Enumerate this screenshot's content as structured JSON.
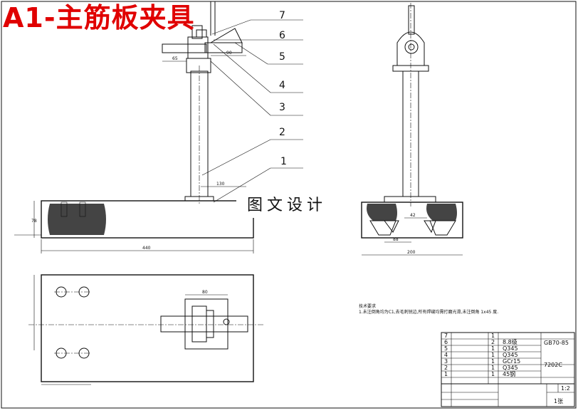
{
  "banner": {
    "title": "A1-主筋板夹具"
  },
  "watermark": {
    "text": "图文设计"
  },
  "callouts": [
    "7",
    "6",
    "5",
    "4",
    "3",
    "2",
    "1"
  ],
  "dimensions": {
    "front": {
      "d90": "90",
      "d65": "65",
      "d130": "130",
      "d440": "440",
      "d78": "78"
    },
    "side": {
      "d200": "200",
      "d88": "88",
      "d42": "42"
    },
    "plan": {
      "d80": "80"
    }
  },
  "notes": {
    "heading": "技术要求",
    "line1": "1.未注倒角均为C1,去毛刺锐边,所有焊缝均需打磨光滑,未注倒角 1x45 度."
  },
  "title_block": {
    "rows": [
      {
        "no": "7",
        "qty": "1",
        "material": ""
      },
      {
        "no": "6",
        "qty": "2",
        "material": "8.8级"
      },
      {
        "no": "5",
        "qty": "1",
        "material": "Q345"
      },
      {
        "no": "4",
        "qty": "1",
        "material": "Q345"
      },
      {
        "no": "3",
        "qty": "1",
        "material": "GCr15"
      },
      {
        "no": "2",
        "qty": "1",
        "material": "Q345"
      },
      {
        "no": "1",
        "qty": "1",
        "material": "45钢"
      }
    ],
    "std_gb": "GB70-85",
    "bearing": "7202C",
    "scale": "1:2",
    "sheet": "1张"
  },
  "colors": {
    "banner": "#e00000",
    "line": "#111111",
    "hatch": "#333333"
  }
}
